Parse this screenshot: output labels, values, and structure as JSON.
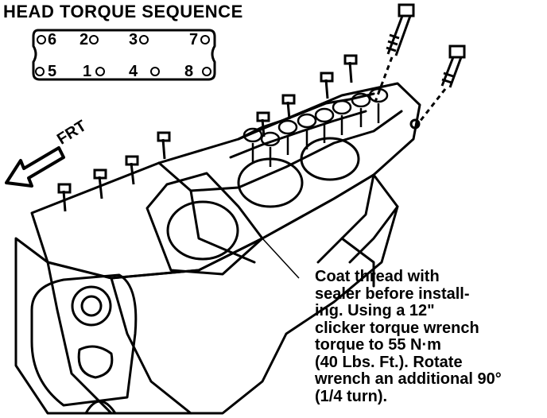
{
  "title": "HEAD TORQUE SEQUENCE",
  "sequence": {
    "top_row": [
      "6",
      "2",
      "3",
      "7"
    ],
    "bottom_row": [
      "5",
      "1",
      "4",
      "8"
    ]
  },
  "front_label": "FRT",
  "note_lines": [
    "Coat thread with",
    "sealer before install-",
    "ing. Using a 12\"",
    "clicker torque wrench",
    "torque to 55 N·m",
    "(40 Lbs. Ft.). Rotate",
    "wrench an additional 90°",
    "(1/4 turn)."
  ],
  "colors": {
    "ink": "#000000",
    "paper": "#ffffff"
  }
}
